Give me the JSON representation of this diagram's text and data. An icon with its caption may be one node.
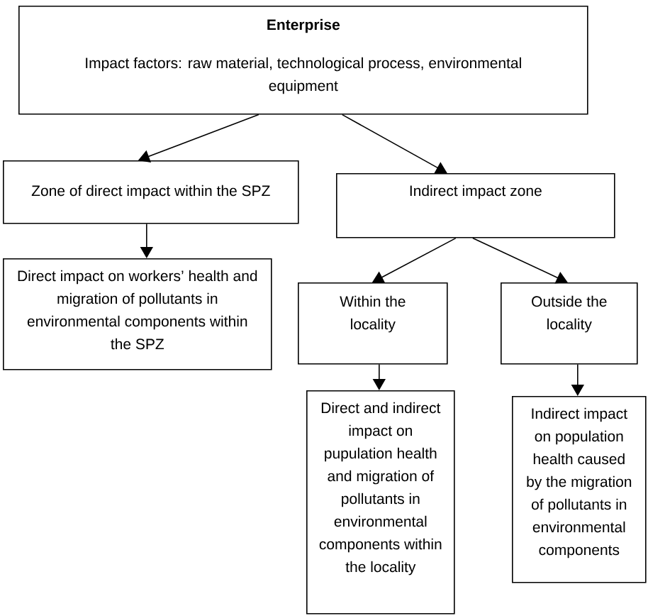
{
  "diagram": {
    "nodes": [
      {
        "text": [
          "Enterprise",
          "Impact factors: raw material, technological process, environmental equipment"
        ]
      },
      {
        "text": [
          "Zone of direct impact within the SPZ"
        ]
      },
      {
        "text": [
          "Indirect impact zone"
        ]
      },
      {
        "text": [
          "Direct impact on workers’ health and migration of pollutants in environmental components within the SPZ"
        ]
      },
      {
        "text": [
          "Within the locality"
        ]
      },
      {
        "text": [
          "Outside the locality"
        ]
      },
      {
        "text": [
          "Direct and indirect impact on pupulation health and migration of pollutants in environmental components within the locality"
        ]
      },
      {
        "text": [
          "Indirect impact on population health caused by the migration of pollutants in environmental components"
        ]
      }
    ],
    "edges": [
      {
        "from": 0,
        "to": 1,
        "arrow": "to"
      },
      {
        "from": 0,
        "to": 2,
        "arrow": "to"
      },
      {
        "from": 1,
        "to": 3,
        "arrow": "to"
      },
      {
        "from": 2,
        "to": 4,
        "arrow": "to"
      },
      {
        "from": 2,
        "to": 5,
        "arrow": "to"
      },
      {
        "from": 4,
        "to": 6,
        "arrow": "to"
      },
      {
        "from": 5,
        "to": 7,
        "arrow": "to"
      }
    ]
  }
}
